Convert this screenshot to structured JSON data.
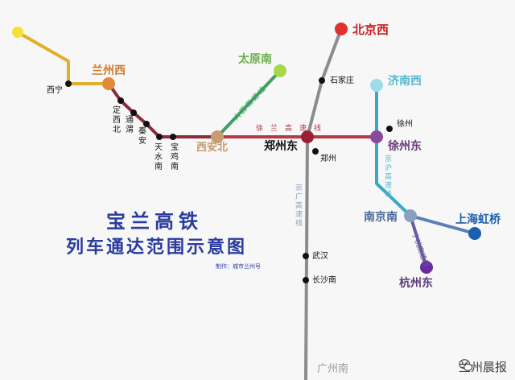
{
  "map": {
    "title_line1": "宝兰高铁",
    "title_line2": "列车通达范围示意图",
    "credit": "制作：城市兰州号",
    "watermark": "兰州晨报",
    "watermark_icon": "wechat-icon",
    "colors": {
      "baolan": "#c0504d",
      "jing_guang": "#8c8c8c",
      "xu_lan": "#b23a48",
      "lan_xin": "#e0b02a",
      "da_xi": "#3f9f62",
      "jing_hu": "#3aa7c4",
      "hu_han_rong": "#5a80b8",
      "hu_hang": "#6b5aa0",
      "title": "#2a3b9f"
    },
    "stations": {
      "xining": "西宁",
      "lanzhouxi": "兰州西",
      "dingxibei": "定西北",
      "tongwei": "通渭",
      "qinan": "秦安",
      "tianshuinan": "天水南",
      "baojinan": "宝鸡南",
      "xianbei": "西安北",
      "taiyuannan": "太原南",
      "zhengzhoudong": "郑州东",
      "zhengzhou": "郑州",
      "beijingxi": "北京西",
      "shijiazhuang": "石家庄",
      "jinanxi": "济南西",
      "xuzhou": "徐州",
      "xuzhoudong": "徐州东",
      "nanjingnan": "南京南",
      "shanghaihongqiao": "上海虹桥",
      "hangzhoudong": "杭州东",
      "wuhan": "武汉",
      "changshanan": "长沙南",
      "guangzhounan": "广州南"
    },
    "line_labels": {
      "xu_lan": "徐兰高速线",
      "jing_guang": "京广高速线",
      "da_xi": "大西高速线",
      "jing_hu": "京沪高速线",
      "hu_hang": "宁杭高速线"
    }
  }
}
